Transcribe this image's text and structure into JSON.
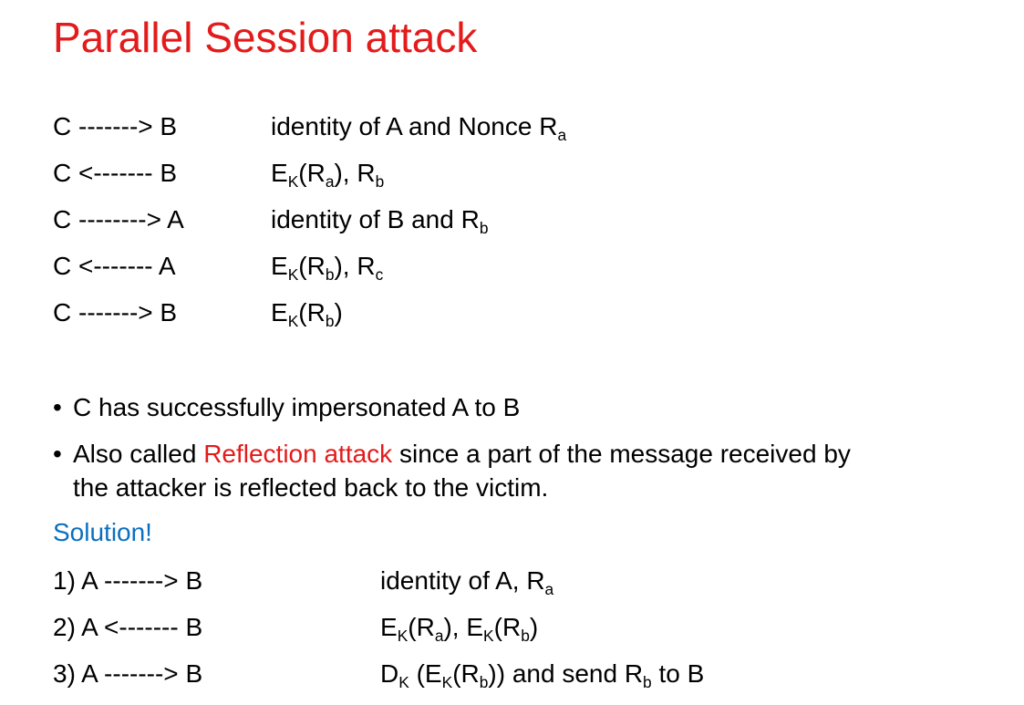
{
  "title": "Parallel Session attack",
  "exchange": [
    {
      "arrow": "C -------> B",
      "desc": {
        "pre": "identity of A and Nonce R",
        "sub": "a"
      }
    },
    {
      "arrow": "C <------- B",
      "e1": "E",
      "k1": "K",
      "r1": "(R",
      "s1": "a",
      "mid": "), R",
      "s2": "b"
    },
    {
      "arrow": "C --------> A",
      "pre": "identity of B and R",
      "sub": "b"
    },
    {
      "arrow": "C <------- A",
      "e1": "E",
      "k1": "K",
      "r1": "(R",
      "s1": "b",
      "mid": "), R",
      "s2": "c"
    },
    {
      "arrow": "C -------> B",
      "e1": "E",
      "k1": "K",
      "r1": "(R",
      "s1": "b",
      "end": ")"
    }
  ],
  "bullets": {
    "b1": "C has successfully impersonated A to B",
    "b2_pre": "Also called ",
    "b2_red": "Reflection attack",
    "b2_post": " since a part of the message received by",
    "b2_line2": "the attacker is reflected back to the victim.",
    "dot": "•"
  },
  "solution": {
    "label": "Solution!",
    "steps": [
      {
        "arrow": "1) A -------> B",
        "pre": "identity of A, R",
        "sub": "a"
      },
      {
        "arrow": "2) A <------- B",
        "e1": "E",
        "k1": "K",
        "r1": "(R",
        "s1": "a",
        "mid": "), E",
        "k2": "K",
        "r2": "(R",
        "s2": "b",
        "end": ")"
      },
      {
        "arrow": "3) A -------> B",
        "d": "D",
        "kd": "K",
        "p1": " (E",
        "k2": "K",
        "r2": "(R",
        "s2": "b",
        "mid": ")) and send R",
        "s3": "b",
        "end": " to B"
      }
    ]
  },
  "colors": {
    "title": "#e31b1b",
    "highlight": "#e31b1b",
    "solution": "#0b6fbf"
  }
}
